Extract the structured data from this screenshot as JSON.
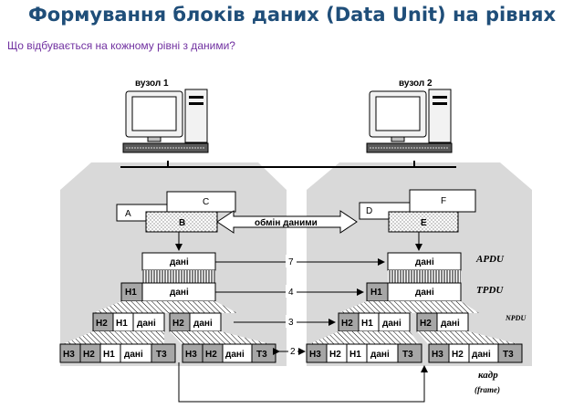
{
  "slide": {
    "title": "Формування блоків даних (Data Unit) на рівнях",
    "subtitle": "Що відбувається на кожному рівні з даними?"
  },
  "diagram": {
    "node1": "вузол 1",
    "node2": "вузол 2",
    "left_apps": {
      "a": "A",
      "b": "B",
      "c": "C"
    },
    "right_apps": {
      "d": "D",
      "e": "E",
      "f": "F"
    },
    "exchange": "обмін даними",
    "data": "дані",
    "h1": "H1",
    "h2": "H2",
    "h3": "H3",
    "t3": "T3",
    "apdu": "APDU",
    "tpdu": "TPDU",
    "npdu": "NPDU",
    "frame": "кадр",
    "frame_en": "(frame)",
    "n7": "7",
    "n4": "4",
    "n3": "3",
    "n2": "2"
  }
}
